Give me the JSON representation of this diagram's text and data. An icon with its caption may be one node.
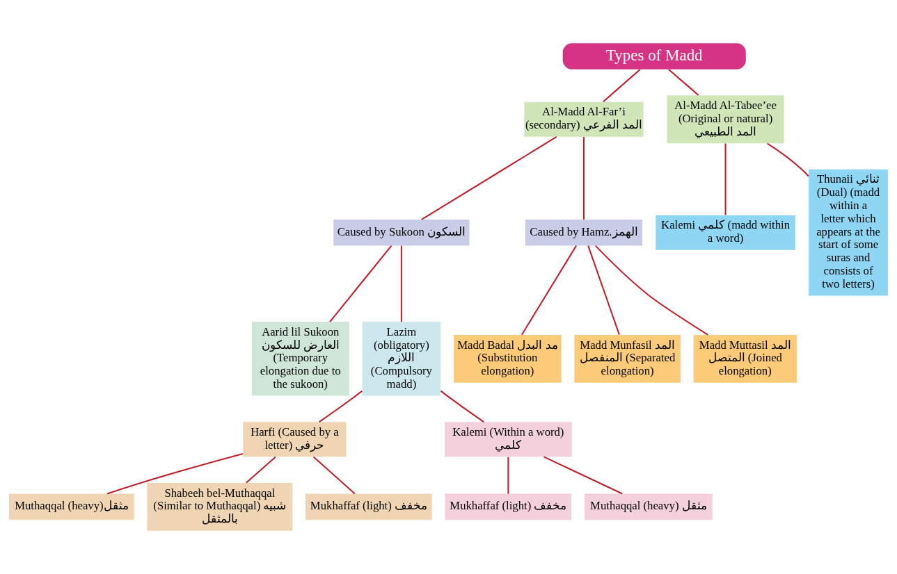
{
  "diagram": {
    "nodes": [
      {
        "text": [
          "Types of Madd"
        ]
      },
      {
        "text": [
          "Al-Madd Al-Far’i (secondary) المد الفرعي"
        ]
      },
      {
        "text": [
          "Al-Madd Al-Tabee’ee (Original or natural) المد الطبيعي"
        ]
      },
      {
        "text": [
          "Caused by Sukoon السكون"
        ]
      },
      {
        "text": [
          "Caused by Hamz.الهمز"
        ]
      },
      {
        "text": [
          "Kalemi كلمي (madd within a word)"
        ]
      },
      {
        "text": [
          "Thunaii ثنائي (Dual) (madd within a letter which appears at the start of some suras and consists of two letters)"
        ]
      },
      {
        "text": [
          "Aarid lil Sukoon العارض للسكون (Temporary elongation due to the sukoon)"
        ]
      },
      {
        "text": [
          "Lazim (obligatory) اللازم (Compulsory madd)"
        ]
      },
      {
        "text": [
          "Madd Badal مد البدل (Substitution elongation)"
        ]
      },
      {
        "text": [
          "Madd Munfasil المد المنفصل (Separated elongation)"
        ]
      },
      {
        "text": [
          "Madd Muttasil المد المتصل (Joined elongation)"
        ]
      },
      {
        "text": [
          "Harfi (Caused by a letter) حرفي"
        ]
      },
      {
        "text": [
          "Kalemi (Within a word) كلمي"
        ]
      },
      {
        "text": [
          "Muthaqqal (heavy)مثقل"
        ]
      },
      {
        "text": [
          "Shabeeh bel-Muthaqqal (Similar to Muthaqqal) شبيه بالمثقل"
        ]
      },
      {
        "text": [
          "Mukhaffaf (light) مخفف"
        ]
      },
      {
        "text": [
          "Mukhaffaf (light) مخفف"
        ]
      },
      {
        "text": [
          "Muthaqqal (heavy) مثقل"
        ]
      }
    ],
    "edges": [
      {
        "from": 0,
        "to": 1,
        "arrow": "none"
      },
      {
        "from": 0,
        "to": 2,
        "arrow": "none"
      },
      {
        "from": 1,
        "to": 3,
        "arrow": "none"
      },
      {
        "from": 1,
        "to": 4,
        "arrow": "none"
      },
      {
        "from": 2,
        "to": 5,
        "arrow": "none"
      },
      {
        "from": 2,
        "to": 6,
        "arrow": "none"
      },
      {
        "from": 3,
        "to": 7,
        "arrow": "none"
      },
      {
        "from": 3,
        "to": 8,
        "arrow": "none"
      },
      {
        "from": 4,
        "to": 9,
        "arrow": "none"
      },
      {
        "from": 4,
        "to": 10,
        "arrow": "none"
      },
      {
        "from": 4,
        "to": 11,
        "arrow": "none"
      },
      {
        "from": 8,
        "to": 12,
        "arrow": "none"
      },
      {
        "from": 8,
        "to": 13,
        "arrow": "none"
      },
      {
        "from": 12,
        "to": 14,
        "arrow": "none"
      },
      {
        "from": 12,
        "to": 15,
        "arrow": "none"
      },
      {
        "from": 12,
        "to": 16,
        "arrow": "none"
      },
      {
        "from": 13,
        "to": 17,
        "arrow": "none"
      },
      {
        "from": 13,
        "to": 18,
        "arrow": "none"
      }
    ]
  }
}
